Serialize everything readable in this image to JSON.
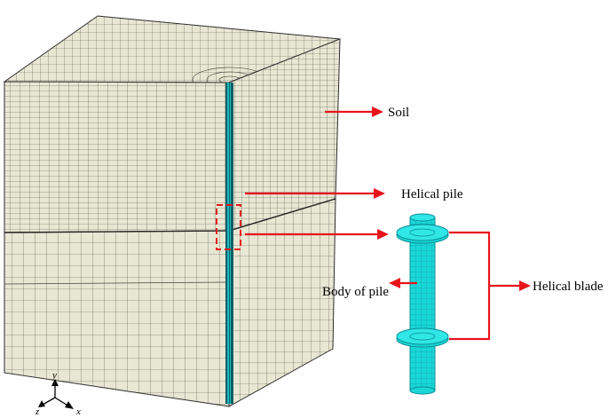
{
  "figure": {
    "labels": {
      "soil": "Soil",
      "helical_pile": "Helical pile",
      "body_of_pile": "Body of pile",
      "helical_blade": "Helical blade"
    },
    "axes": {
      "x": "x",
      "y": "y",
      "z": "z"
    }
  },
  "colors": {
    "mesh_fill": "#e8e7d3",
    "mesh_lines": "#2b2b2b",
    "pile_cyan": "#19d7d7",
    "pile_dark": "#0e7f86",
    "arrow_red": "#e8141b"
  }
}
